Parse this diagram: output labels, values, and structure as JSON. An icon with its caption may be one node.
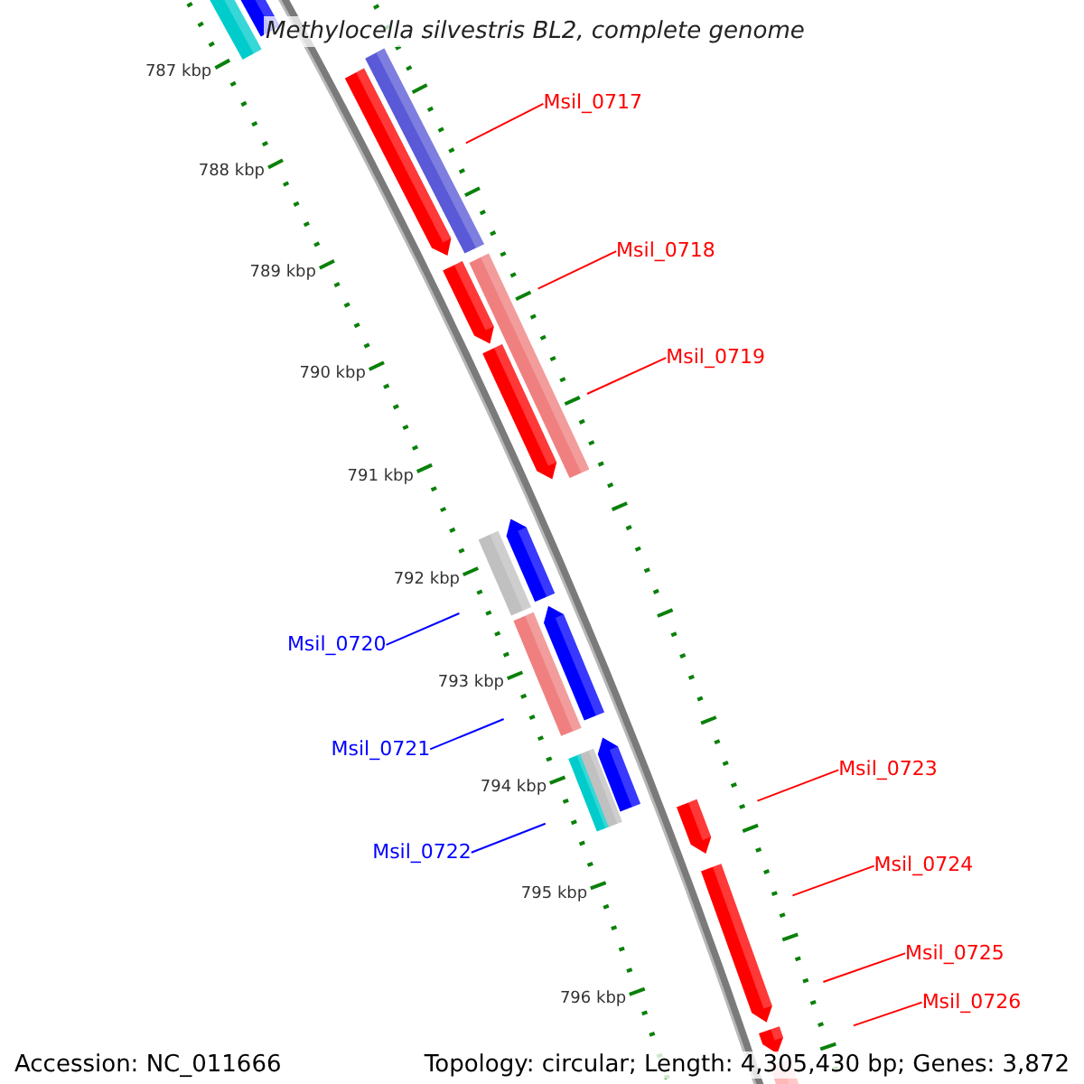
{
  "diagram": {
    "title": "Methylocella silvestris BL2, complete genome",
    "nodes": [
      {
        "text": [
          "Msil_0717"
        ]
      },
      {
        "text": [
          "Msil_0718"
        ]
      },
      {
        "text": [
          "Msil_0719"
        ]
      },
      {
        "text": [
          "Msil_0720"
        ]
      },
      {
        "text": [
          "Msil_0721"
        ]
      },
      {
        "text": [
          "Msil_0722"
        ]
      },
      {
        "text": [
          "Msil_0723"
        ]
      },
      {
        "text": [
          "Msil_0724"
        ]
      },
      {
        "text": [
          "Msil_0725"
        ]
      },
      {
        "text": [
          "Msil_0726"
        ]
      }
    ],
    "edges": [
      {
        "from": 0,
        "to": null,
        "arrow": "none"
      },
      {
        "from": 1,
        "to": null,
        "arrow": "none"
      },
      {
        "from": 2,
        "to": null,
        "arrow": "none"
      },
      {
        "from": 3,
        "to": null,
        "arrow": "none",
        "color": "#0000ff"
      },
      {
        "from": 4,
        "to": null,
        "arrow": "none",
        "color": "#0000ff"
      },
      {
        "from": 5,
        "to": null,
        "arrow": "none",
        "color": "#0000ff"
      },
      {
        "from": 6,
        "to": null,
        "arrow": "none"
      },
      {
        "from": 7,
        "to": null,
        "arrow": "none"
      },
      {
        "from": 8,
        "to": null,
        "arrow": "none"
      },
      {
        "from": 9,
        "to": null,
        "arrow": "none"
      }
    ],
    "labels": [
      "787 kbp",
      "788 kbp",
      "789 kbp",
      "790 kbp",
      "791 kbp",
      "792 kbp",
      "793 kbp",
      "794 kbp",
      "795 kbp",
      "796 kbp",
      "Accession: NC_011666",
      "Topology: circular; Length: 4,305,430 bp; Genes: 3,872"
    ]
  }
}
